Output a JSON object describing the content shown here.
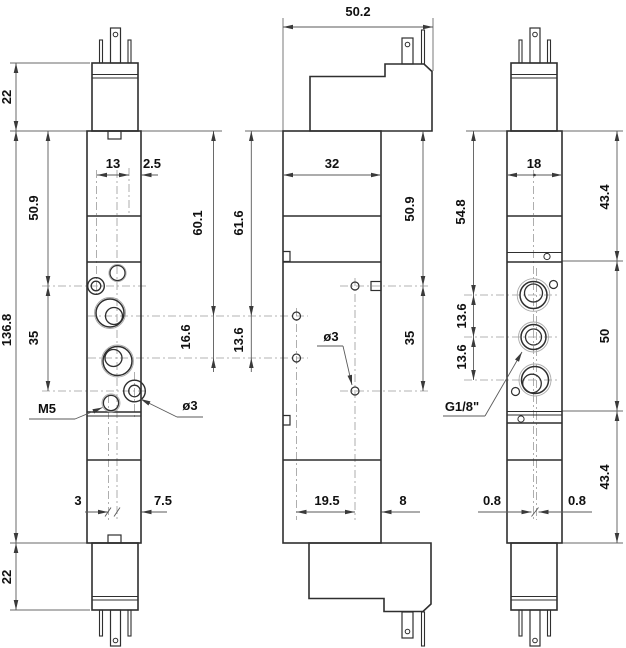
{
  "drawing": {
    "type": "technical-dimension-drawing",
    "subject": "solenoid pneumatic valve, three orthographic views",
    "units": "mm",
    "front_view": {
      "h_coil_top": "22",
      "h_overall": "136.8",
      "h_coil_bottom": "22",
      "h_top_to_pilot": "50.9",
      "h_pilot_span": "35",
      "w_ports": "13",
      "w_edge": "2.5",
      "h_top_to_port1": "60.1",
      "h_port_span": "16.6",
      "label_m5": "M5",
      "label_dia3": "ø3",
      "w_off_a": "3",
      "w_off_b": "7.5"
    },
    "side_view": {
      "w_overall": "50.2",
      "w_body": "32",
      "h_top_to_hole": "61.6",
      "h_hole_span": "13.6",
      "label_dia3": "ø3",
      "h_top_to_port": "50.9",
      "h_port_span": "35",
      "w_hole": "19.5",
      "w_edge": "8"
    },
    "back_view": {
      "w_body": "18",
      "h_top_to_port": "54.8",
      "h_span_a": "13.6",
      "h_span_b": "13.6",
      "label_thread": "G1/8\"",
      "h_sec_top": "43.4",
      "h_sec_mid": "50",
      "h_sec_bottom": "43.4",
      "w_off_a": "0.8",
      "w_off_b": "0.8"
    }
  }
}
